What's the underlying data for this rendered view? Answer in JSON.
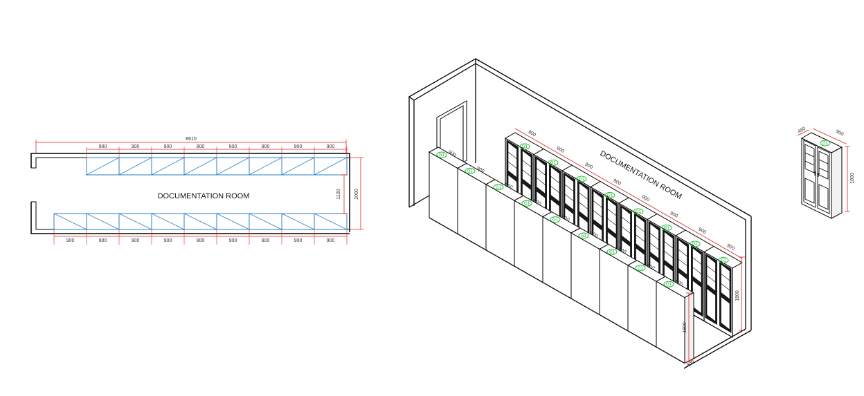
{
  "colors": {
    "wall": "#000000",
    "cabinet_plan": "#2a7fc4",
    "dimension": "#e02020",
    "tag": "#22bb33"
  },
  "plan": {
    "room_label": "DOCUMENTATION ROOM",
    "overall_length": "8610",
    "top_modules": [
      "900",
      "900",
      "900",
      "900",
      "900",
      "900",
      "900",
      "900"
    ],
    "bottom_modules": [
      "900",
      "900",
      "900",
      "900",
      "900",
      "900",
      "900",
      "900",
      "900"
    ],
    "aisle_width": "1100",
    "room_width": "2000"
  },
  "iso": {
    "room_label": "DOCUMENTATION ROOM",
    "back_row_widths": [
      "900",
      "900",
      "900",
      "900",
      "900",
      "900",
      "900",
      "900"
    ],
    "front_row_widths": [
      "900",
      "900",
      "900",
      "900",
      "900",
      "900",
      "900",
      "900",
      "900"
    ],
    "back_height": "1800",
    "front_height": "1800",
    "front_depth": "450",
    "tag": "G1"
  },
  "single_cabinet": {
    "depth": "450",
    "width": "900",
    "height": "1800",
    "tag": "G1"
  }
}
